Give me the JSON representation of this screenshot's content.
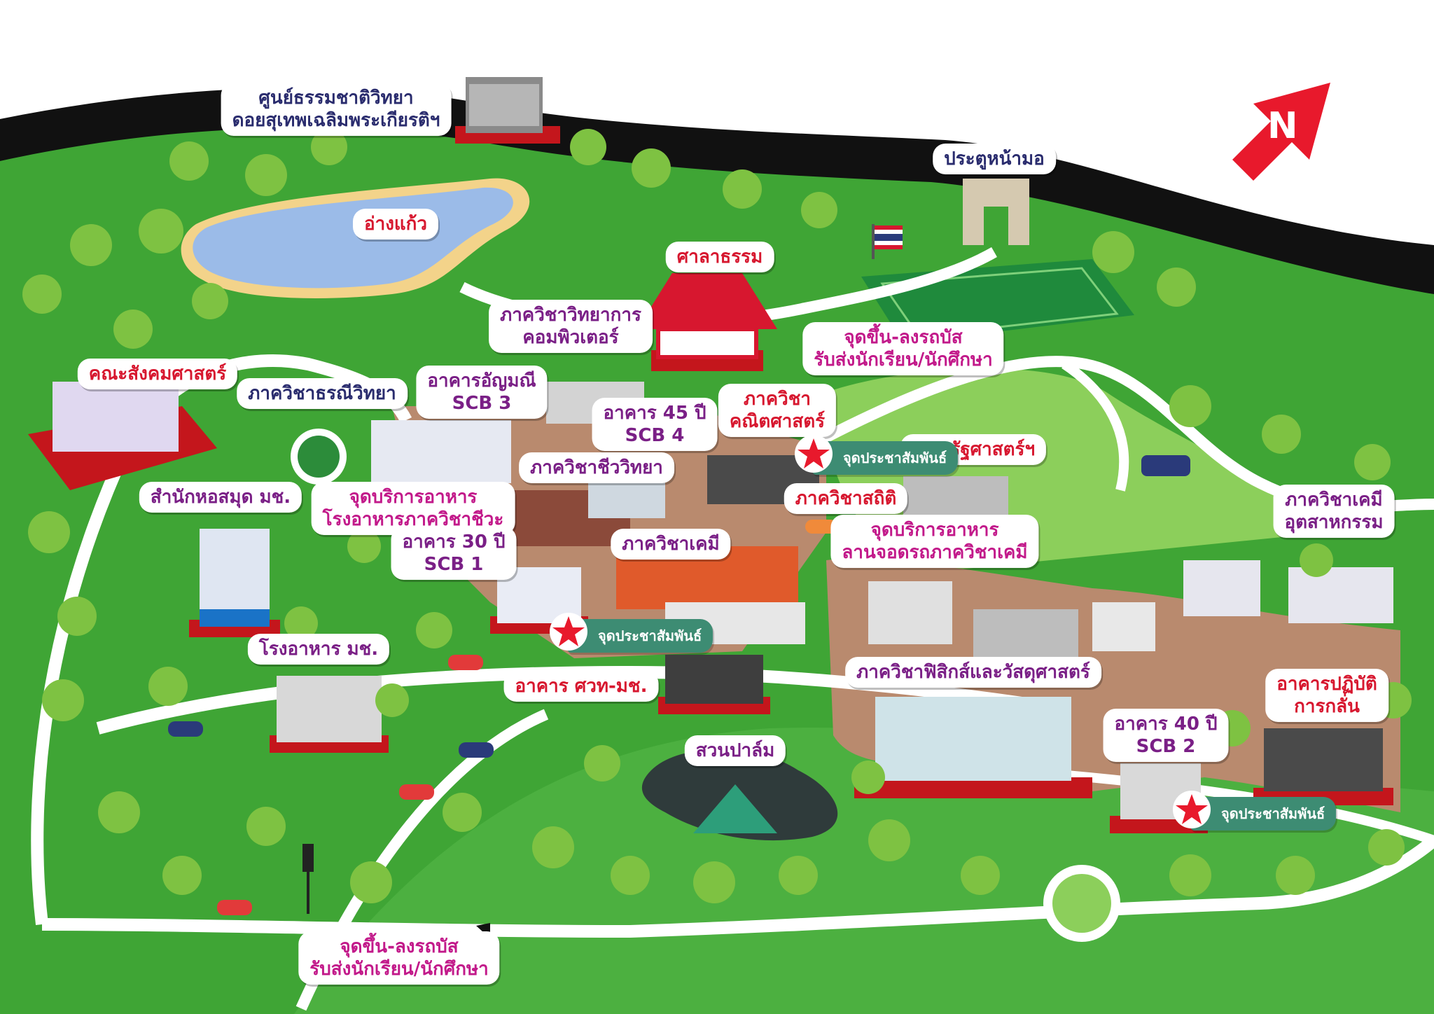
{
  "colors": {
    "sky": "#ffffff",
    "mountain": "#111111",
    "grass": "#3fa535",
    "grass_light": "#8ccf5b",
    "road": "#ffffff",
    "lake": "#9bbbe8",
    "dirt": "#b98a6e",
    "building_base": "#c4161c",
    "pr_point": "#3d8c73",
    "compass": "#e8192c"
  },
  "compass": {
    "letter": "N",
    "icon": "north-arrow-icon"
  },
  "labels": [
    {
      "id": "science-museum",
      "lines": [
        "ศูนย์ธรรมชาติวิทยา",
        "ดอยสุเทพเฉลิมพระเกียรติฯ"
      ],
      "color": "navy"
    },
    {
      "id": "ang-kaew",
      "lines": [
        "อ่างแก้ว"
      ],
      "color": "red"
    },
    {
      "id": "sala-tham",
      "lines": [
        "ศาลาธรรม"
      ],
      "color": "red"
    },
    {
      "id": "pratu-huay-kaew",
      "lines": [
        "ประตูหน้ามอ"
      ],
      "color": "navy"
    },
    {
      "id": "bus-stop-top",
      "lines": [
        "จุดขึ้น-ลงรถบัส",
        "รับส่งนักเรียน/นักศึกษา"
      ],
      "color": "magenta"
    },
    {
      "id": "computer-science",
      "lines": [
        "ภาควิชาวิทยาการ",
        "คอมพิวเตอร์"
      ],
      "color": "purple"
    },
    {
      "id": "social-science",
      "lines": [
        "คณะสังคมศาสตร์"
      ],
      "color": "red"
    },
    {
      "id": "geology",
      "lines": [
        "ภาควิชาธรณีวิทยา"
      ],
      "color": "navy"
    },
    {
      "id": "scb3",
      "lines": [
        "อาคารอัญมณี",
        "SCB 3"
      ],
      "color": "purple"
    },
    {
      "id": "scb4",
      "lines": [
        "อาคาร 45 ปี",
        "SCB 4"
      ],
      "color": "purple"
    },
    {
      "id": "math",
      "lines": [
        "ภาควิชา",
        "คณิตศาสตร์"
      ],
      "color": "red"
    },
    {
      "id": "political-science",
      "lines": [
        "คณะรัฐศาสตร์ฯ"
      ],
      "color": "red"
    },
    {
      "id": "biology",
      "lines": [
        "ภาควิชาชีววิทยา"
      ],
      "color": "purple"
    },
    {
      "id": "statistics",
      "lines": [
        "ภาควิชาสถิติ"
      ],
      "color": "red"
    },
    {
      "id": "food-bio",
      "lines": [
        "จุดบริการอาหาร",
        "โรงอาหารภาควิชาชีวะ"
      ],
      "color": "magenta"
    },
    {
      "id": "library",
      "lines": [
        "สำนักหอสมุด มช."
      ],
      "color": "purple"
    },
    {
      "id": "food-chem",
      "lines": [
        "จุดบริการอาหาร",
        "ลานจอดรถภาควิชาเคมี"
      ],
      "color": "magenta"
    },
    {
      "id": "industrial-chem",
      "lines": [
        "ภาควิชาเคมี",
        "อุตสาหกรรม"
      ],
      "color": "purple"
    },
    {
      "id": "scb1",
      "lines": [
        "อาคาร 30 ปี",
        "SCB 1"
      ],
      "color": "purple"
    },
    {
      "id": "chemistry",
      "lines": [
        "ภาควิชาเคมี"
      ],
      "color": "purple"
    },
    {
      "id": "canteen",
      "lines": [
        "โรงอาหาร มช."
      ],
      "color": "purple"
    },
    {
      "id": "stec",
      "lines": [
        "อาคาร ศวท-มช."
      ],
      "color": "red"
    },
    {
      "id": "physics",
      "lines": [
        "ภาควิชาฟิสิกส์และวัสดุศาสตร์"
      ],
      "color": "purple"
    },
    {
      "id": "scb2",
      "lines": [
        "อาคาร 40 ปี",
        "SCB 2"
      ],
      "color": "purple"
    },
    {
      "id": "microbiology-lab",
      "lines": [
        "อาคารปฏิบัติ",
        "การกลั่น"
      ],
      "color": "red"
    },
    {
      "id": "suan-palm",
      "lines": [
        "สวนปาล์ม"
      ],
      "color": "purple"
    },
    {
      "id": "bus-stop-bottom",
      "lines": [
        "จุดขึ้น-ลงรถบัส",
        "รับส่งนักเรียน/นักศึกษา"
      ],
      "color": "magenta"
    }
  ],
  "pr_points": [
    {
      "id": "pr-math",
      "label": "จุดประชาสัมพันธ์"
    },
    {
      "id": "pr-scb1",
      "label": "จุดประชาสัมพันธ์"
    },
    {
      "id": "pr-scb2",
      "label": "จุดประชาสัมพันธ์"
    }
  ]
}
